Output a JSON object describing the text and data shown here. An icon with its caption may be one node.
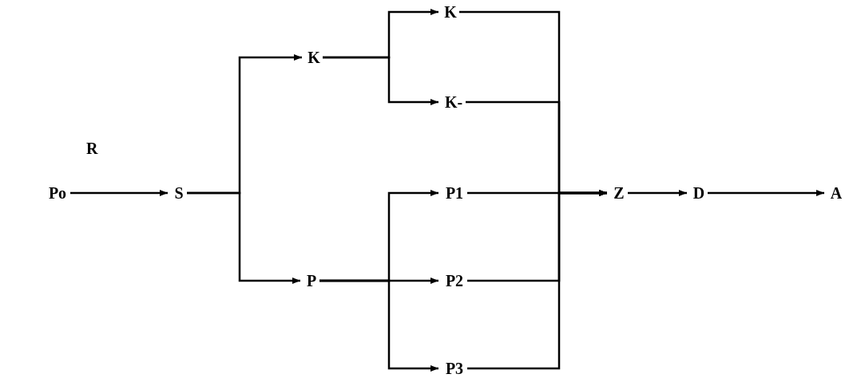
{
  "diagram": {
    "nodes": [
      {
        "text": [
          "Po"
        ]
      },
      {
        "text": [
          "S"
        ]
      },
      {
        "text": [
          "K"
        ]
      },
      {
        "text": [
          "K"
        ]
      },
      {
        "text": [
          "K-"
        ]
      },
      {
        "text": [
          "P1"
        ]
      },
      {
        "text": [
          "P"
        ]
      },
      {
        "text": [
          "P2"
        ]
      },
      {
        "text": [
          "P3"
        ]
      },
      {
        "text": [
          "Z"
        ]
      },
      {
        "text": [
          "D"
        ]
      },
      {
        "text": [
          "A"
        ]
      }
    ],
    "edges": [
      {
        "from": 0,
        "to": 1,
        "arrow": "to"
      },
      {
        "from": 1,
        "to": 2,
        "arrow": "to"
      },
      {
        "from": 1,
        "to": 6,
        "arrow": "to"
      },
      {
        "from": 2,
        "to": 3,
        "arrow": "to"
      },
      {
        "from": 2,
        "to": 4,
        "arrow": "to"
      },
      {
        "from": 6,
        "to": 5,
        "arrow": "to"
      },
      {
        "from": 6,
        "to": 7,
        "arrow": "to"
      },
      {
        "from": 6,
        "to": 8,
        "arrow": "to"
      },
      {
        "from": 3,
        "to": 9,
        "arrow": "to"
      },
      {
        "from": 4,
        "to": 9,
        "arrow": "to"
      },
      {
        "from": 5,
        "to": 9,
        "arrow": "to"
      },
      {
        "from": 7,
        "to": 9,
        "arrow": "to"
      },
      {
        "from": 8,
        "to": 9,
        "arrow": "to"
      },
      {
        "from": 9,
        "to": 10,
        "arrow": "to"
      },
      {
        "from": 10,
        "to": 11,
        "arrow": "to"
      }
    ],
    "labels": [
      "R"
    ]
  }
}
